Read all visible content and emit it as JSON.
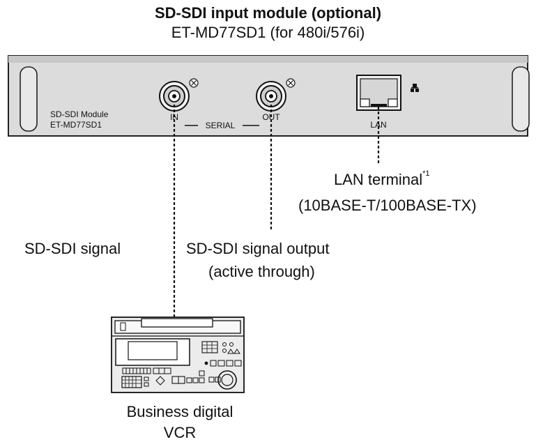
{
  "header": {
    "title": "SD-SDI input module (optional)",
    "subtitle": "ET-MD77SD1 (for 480i/576i)"
  },
  "panel": {
    "module_name": "SD-SDI Module",
    "model": "ET-MD77SD1",
    "serial_label": "SERIAL",
    "in_label": "IN",
    "out_label": "OUT",
    "lan_label": "LAN"
  },
  "callouts": {
    "lan_terminal": "LAN terminal",
    "lan_note": "*1",
    "lan_spec": "(10BASE-T/100BASE-TX)",
    "sdi_signal": "SD-SDI signal",
    "sdi_output": "SD-SDI signal output",
    "sdi_output_note": "(active through)",
    "vcr_line1": "Business digital",
    "vcr_line2": "VCR"
  },
  "icons": {
    "bnc_in": "bnc-connector-icon",
    "bnc_out": "bnc-connector-icon",
    "lan_port": "rj45-port-icon",
    "network": "network-icon",
    "vcr": "vcr-device-icon"
  }
}
